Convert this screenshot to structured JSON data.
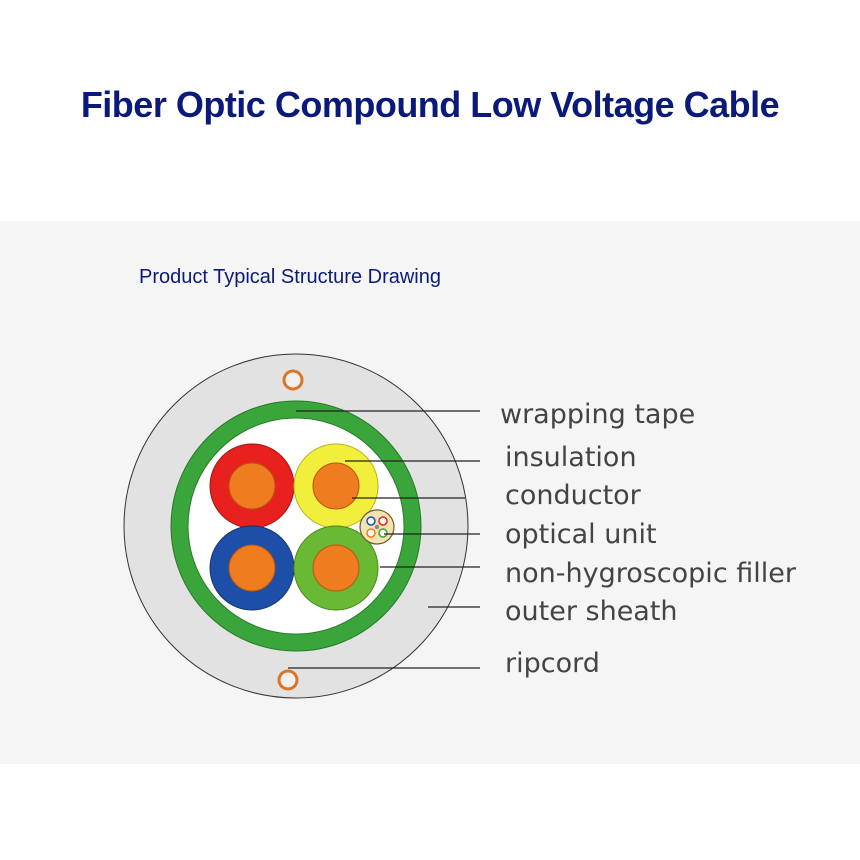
{
  "title": "Fiber Optic Compound Low Voltage Cable",
  "subtitle": "Product Typical Structure Drawing",
  "labels": {
    "wrapping_tape": "wrapping tape",
    "insulation": "insulation",
    "conductor": "conductor",
    "optical_unit": "optical unit",
    "filler": "non-hygroscopic filler",
    "outer_sheath": "outer sheath",
    "ripcord": "ripcord"
  },
  "colors": {
    "title": "#0b1a7a",
    "sheath": "#e2e2e2",
    "wrapping_tape": "#3aa53a",
    "core_red": "#e8211e",
    "core_yellow": "#f2ee3c",
    "core_blue": "#1e4fa8",
    "core_green": "#6ab934",
    "conductor": "#ef7d1f",
    "ripcord": "#d9762a"
  }
}
